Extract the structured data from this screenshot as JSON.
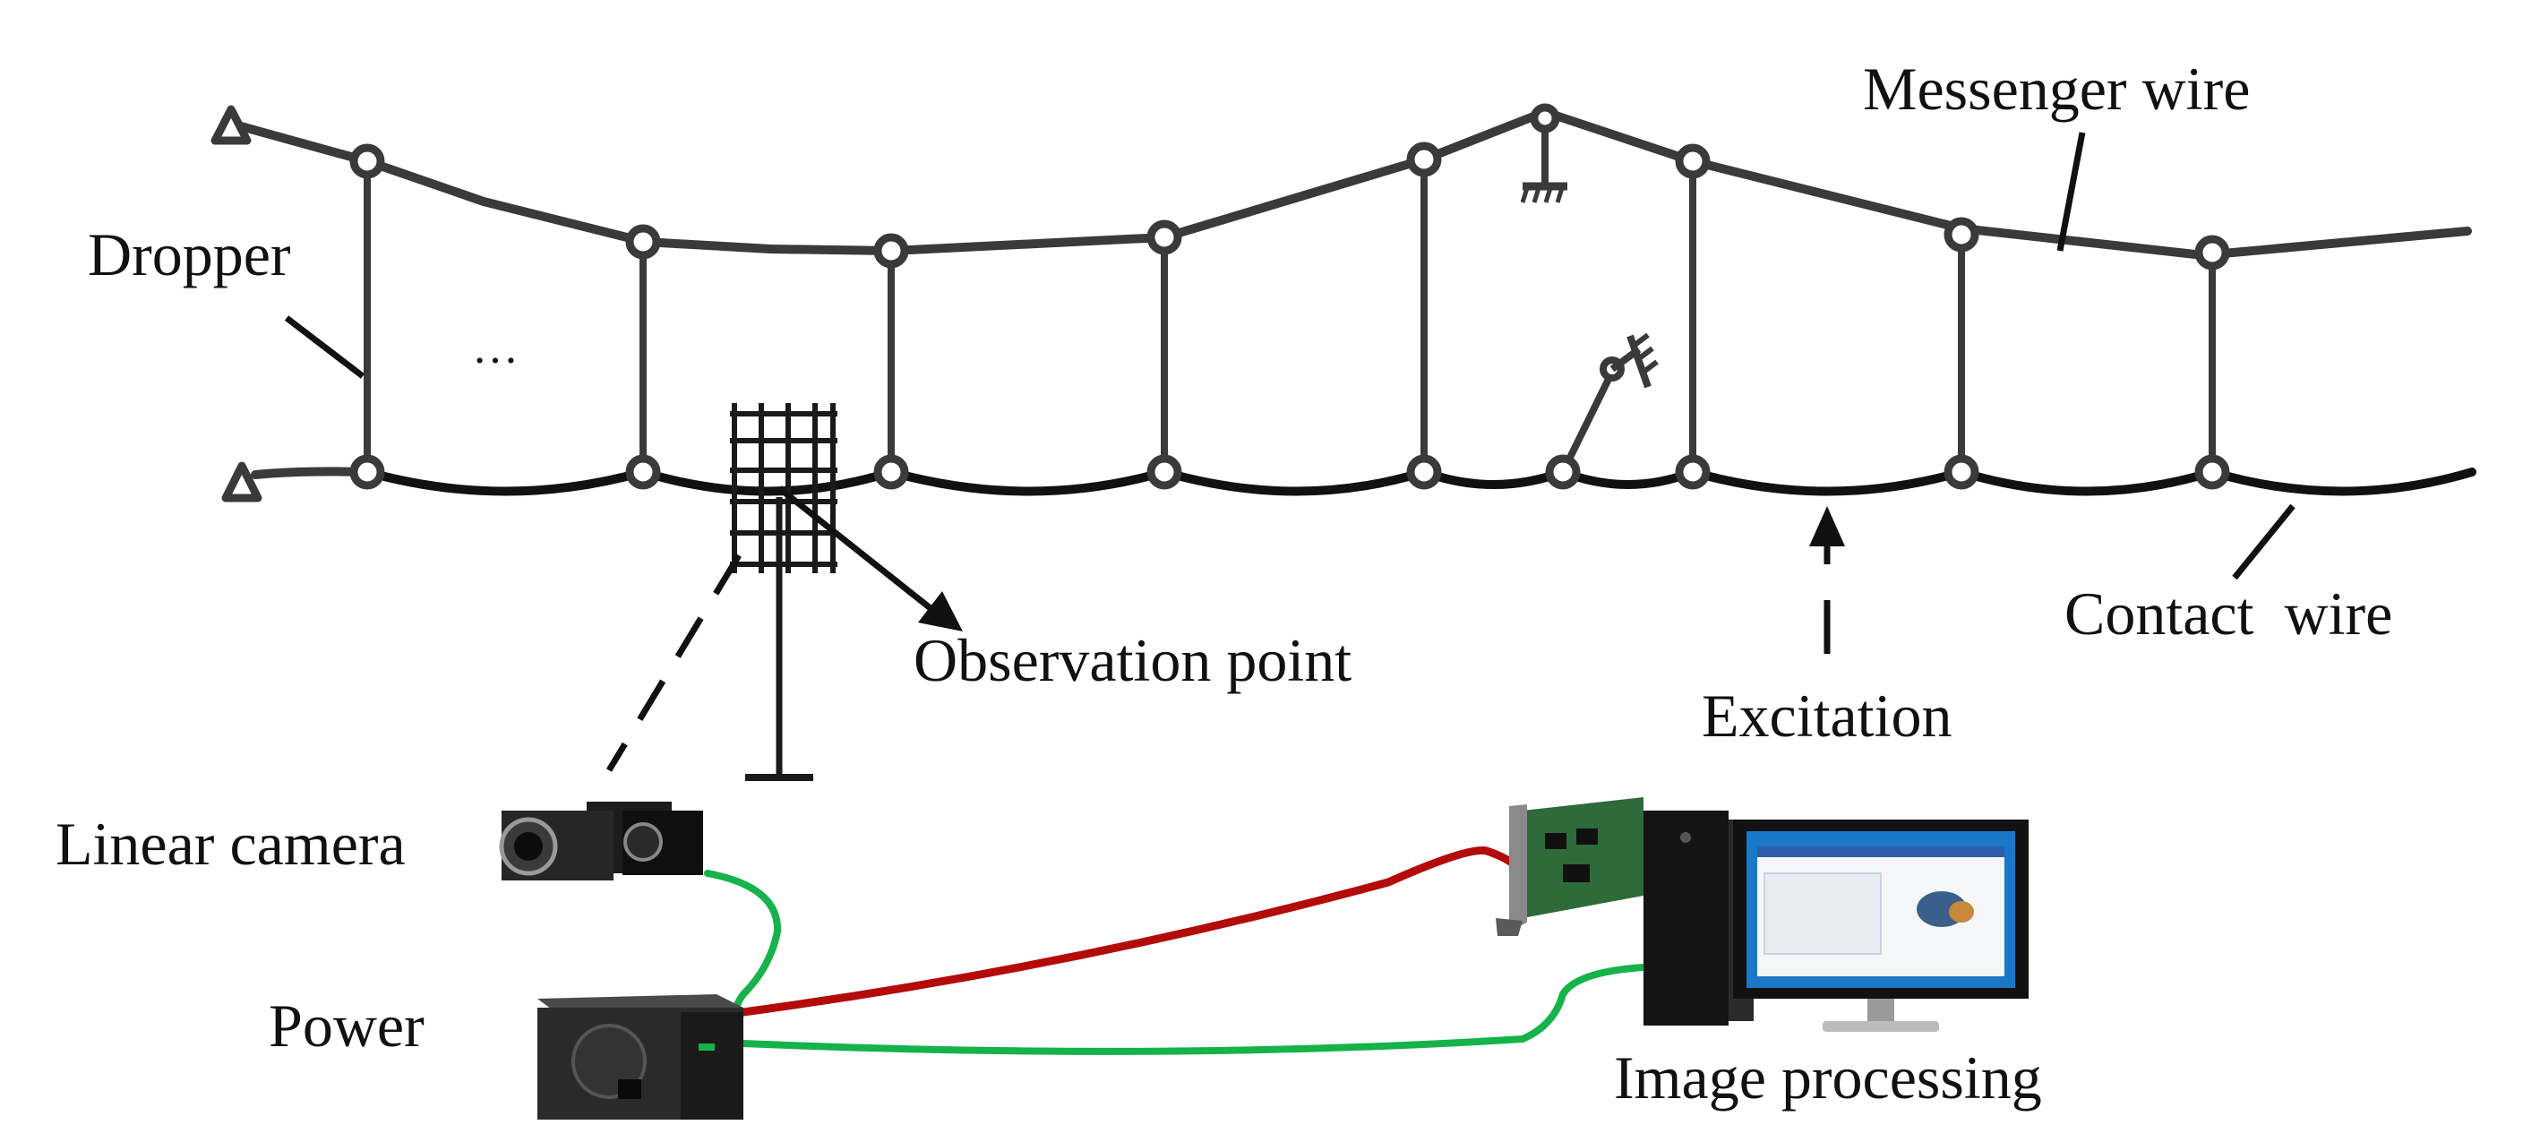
{
  "labels": {
    "messenger_wire": "Messenger wire",
    "dropper": "Dropper",
    "ellipsis": "…",
    "contact_wire": "Contact  wire",
    "observation_point": "Observation point",
    "excitation": "Excitation",
    "linear_camera": "Linear camera",
    "power": "Power",
    "image_processing": "Image processing"
  },
  "colors": {
    "wire": "#3a3a3a",
    "contact_wire": "#111111",
    "node_stroke": "#3a3a3a",
    "cable_red": "#b30a0a",
    "cable_green": "#16b24a",
    "camera_body": "#1c1c1c",
    "psu_body": "#2a2a2a",
    "pc_body": "#141414",
    "screen_bg": "#1a78c8",
    "card_green": "#2e6a3a"
  },
  "icons": {
    "support": "triangle-support-icon",
    "ground": "ground-icon",
    "camera": "camera-icon",
    "power_supply": "power-supply-icon",
    "daq_card": "acquisition-card-icon",
    "computer": "desktop-computer-icon"
  }
}
